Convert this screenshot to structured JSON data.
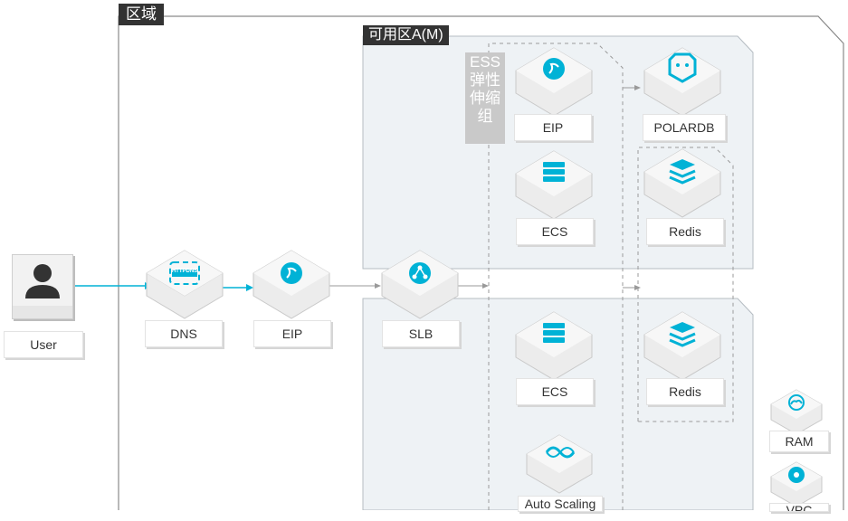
{
  "region_label": "区域",
  "zone_label": "可用区A(M)",
  "ess_label": "ESS\n弹性\n伸缩\n组",
  "user_label": "User",
  "nodes": {
    "dns": "DNS",
    "eip_main": "EIP",
    "slb": "SLB",
    "eip_top": "EIP",
    "ecs_top": "ECS",
    "polardb": "POLARDB",
    "redis_top": "Redis",
    "ecs_bottom": "ECS",
    "redis_bottom": "Redis",
    "auto_scaling": "Auto Scaling",
    "ram": "RAM",
    "vpc": "VPC"
  },
  "dns_icon_text": "HTTPDNS",
  "colors": {
    "accent": "#00b2d6",
    "zone_fill": "#eef2f5",
    "tag_bg": "#333333",
    "ess_bg": "#c9c9c9"
  }
}
